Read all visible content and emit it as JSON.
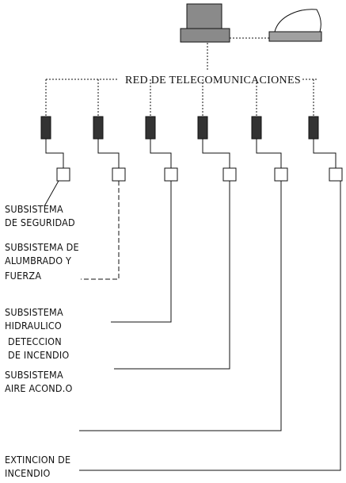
{
  "network_label": "RED DE TELECOMUNICACIONES",
  "subsystems": [
    {
      "lines": [
        "SUBSISTEMA",
        "DE SEGURIDAD"
      ]
    },
    {
      "lines": [
        "SUBSISTEMA DE",
        "ALUMBRADO Y",
        "FUERZA"
      ]
    },
    {
      "lines": [
        "SUBSISTEMA",
        "HIDRAULICO"
      ]
    },
    {
      "lines": [
        "DETECCION",
        "DE INCENDIO"
      ]
    },
    {
      "lines": [
        "SUBSISTEMA",
        "AIRE ACOND.O"
      ]
    },
    {
      "lines": [
        "EXTINCION DE",
        "INCENDIO"
      ]
    }
  ],
  "colors": {
    "ink": "#111111",
    "controller": "#333333",
    "computer": "#8a8a8a"
  }
}
